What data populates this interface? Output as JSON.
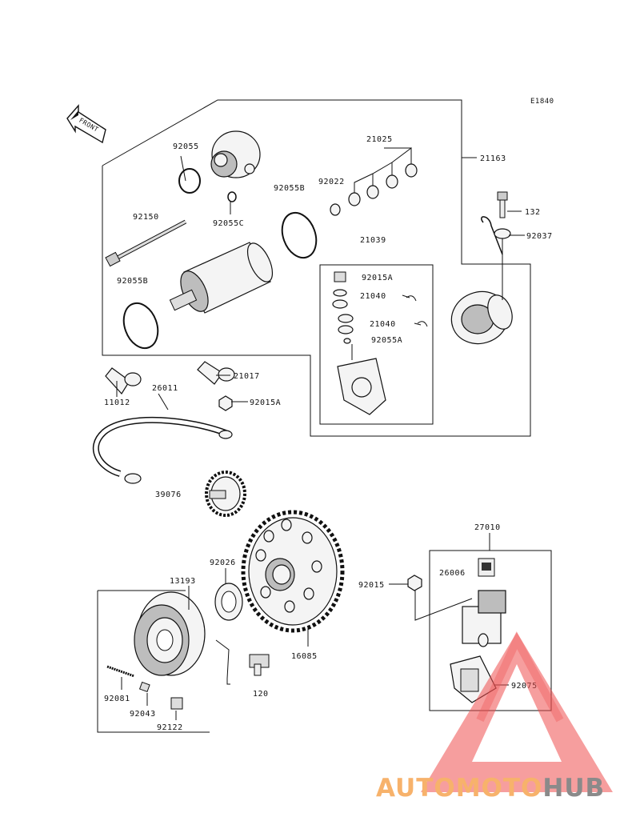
{
  "diagram_code": "E1840",
  "front_label": "FRONT",
  "labels": {
    "p92055": "92055",
    "p92055c": "92055C",
    "p92150": "92150",
    "p92055b_top": "92055B",
    "p92055b_left": "92055B",
    "p92022": "92022",
    "p21025": "21025",
    "p21163": "21163",
    "p132": "132",
    "p92037": "92037",
    "p21039": "21039",
    "p92015a_box": "92015A",
    "p21040_a": "21040",
    "p21040_b": "21040",
    "p92055a": "92055A",
    "p21017": "21017",
    "p11012": "11012",
    "p26011": "26011",
    "p92015a_wire": "92015A",
    "p39076": "39076",
    "p27010": "27010",
    "p92026": "92026",
    "p13193": "13193",
    "p26006": "26006",
    "p92015": "92015",
    "p16085": "16085",
    "p120": "120",
    "p92075": "92075",
    "p92081": "92081",
    "p92043": "92043",
    "p92122": "92122"
  },
  "watermark": {
    "part1": "AUTOMOTO",
    "part2": "HUB",
    "color1": "#f7b26b",
    "color2": "#8a8a8a",
    "triangle_color": "#ef4f4f"
  }
}
